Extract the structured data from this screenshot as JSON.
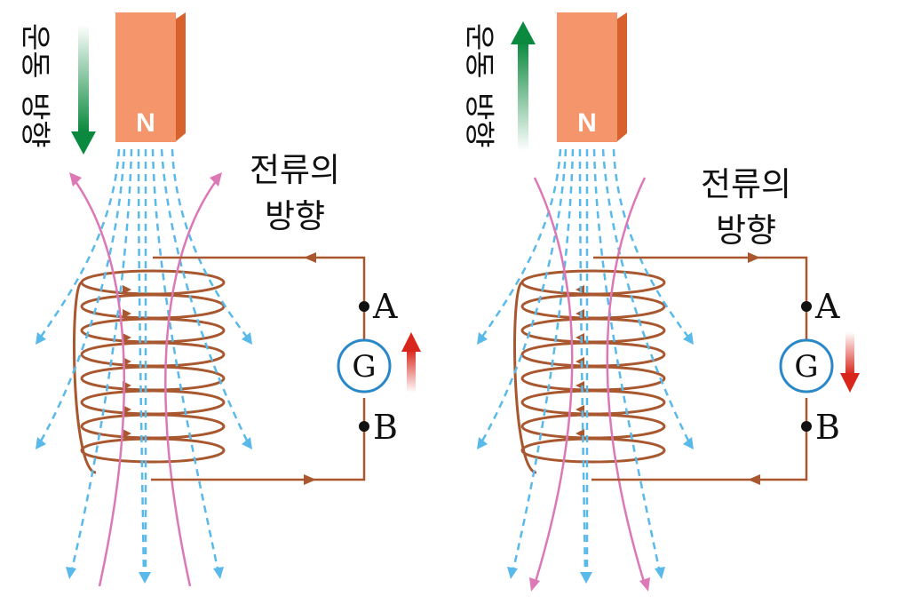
{
  "colors": {
    "magnet_front": "#f4956b",
    "magnet_side": "#d8622e",
    "field_line": "#58b9ea",
    "coil_field": "#dd78b6",
    "coil_wire": "#a8572f",
    "circuit_wire": "#a8572f",
    "motion_arrow": "#0b8a3f",
    "current_arrow": "#d9261c",
    "galvanometer": "#2a88c8"
  },
  "panels": [
    {
      "id": "left",
      "magnet_label": "N",
      "motion_label_line1": "운동",
      "motion_label_line2": "방향",
      "motion_direction": "down",
      "current_label_line1": "전류의",
      "current_label_line2": "방향",
      "meter_label": "G",
      "terminal_a": "A",
      "terminal_b": "B",
      "current_arrow_direction": "up"
    },
    {
      "id": "right",
      "magnet_label": "N",
      "motion_label_line1": "운동",
      "motion_label_line2": "방향",
      "motion_direction": "up",
      "current_label_line1": "전류의",
      "current_label_line2": "방향",
      "meter_label": "G",
      "terminal_a": "A",
      "terminal_b": "B",
      "current_arrow_direction": "down"
    }
  ]
}
